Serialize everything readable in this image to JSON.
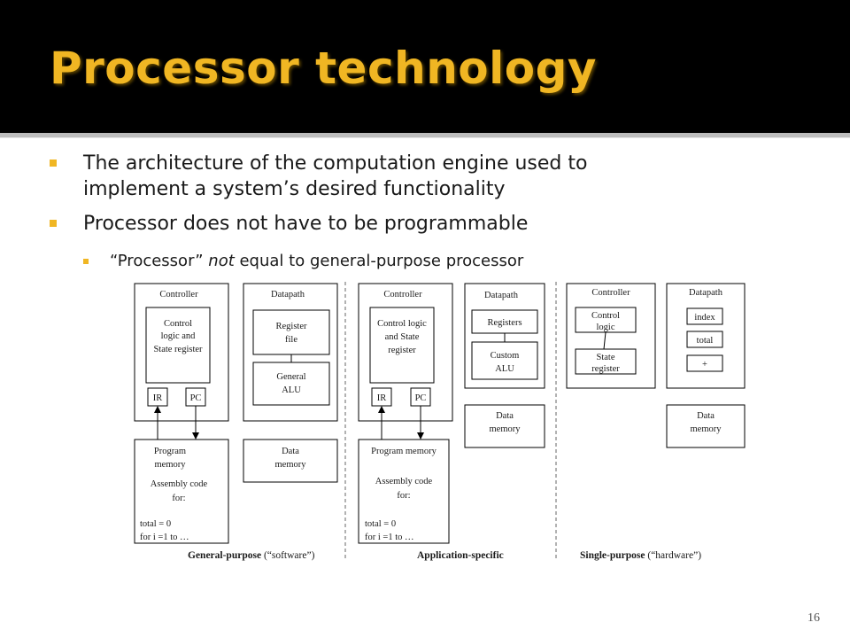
{
  "slide": {
    "title": "Processor technology",
    "bullets": [
      {
        "line1": "The architecture of the computation engine used to",
        "line2": "implement a system’s desired functionality"
      },
      {
        "line1": "Processor does not have to be programmable"
      }
    ],
    "sub_bullet": {
      "before": "“Processor” ",
      "emphasis": "not",
      "after": " equal to general-purpose processor"
    },
    "page_number": "16",
    "colors": {
      "header_bg": "#000000",
      "title": "#f0b623",
      "bullet": "#f0b623",
      "text": "#1a1a1a"
    }
  },
  "diagram": {
    "general": {
      "controller": "Controller",
      "datapath": "Datapath",
      "control_block": [
        "Control",
        "logic  and",
        "State register"
      ],
      "ir": "IR",
      "pc": "PC",
      "register_file": [
        "Register",
        "file"
      ],
      "alu": [
        "General",
        "ALU"
      ],
      "program_memory": [
        "Program",
        "memory"
      ],
      "assembly": [
        "Assembly code",
        "for:"
      ],
      "code": [
        "total = 0",
        "for i =1 to …"
      ],
      "data_memory": [
        "Data",
        "memory"
      ],
      "caption_bold": "General-purpose",
      "caption_rest": " (“software”)"
    },
    "application": {
      "controller": "Controller",
      "datapath": "Datapath",
      "control_block": [
        "Control logic",
        "and State",
        "register"
      ],
      "ir": "IR",
      "pc": "PC",
      "registers": "Registers",
      "alu": [
        "Custom",
        "ALU"
      ],
      "data_memory": [
        "Data",
        "memory"
      ],
      "program_memory": "Program memory",
      "assembly": [
        "Assembly code",
        "for:"
      ],
      "code": [
        "total = 0",
        "for i =1 to …"
      ],
      "caption_bold": "Application-specific"
    },
    "single": {
      "controller": "Controller",
      "datapath": "Datapath",
      "control_logic": [
        "Control",
        "logic"
      ],
      "state_register": [
        "State",
        "register"
      ],
      "index": "index",
      "total": "total",
      "plus": "+",
      "data_memory": [
        "Data",
        "memory"
      ],
      "caption_bold": "Single-purpose",
      "caption_rest": " (“hardware”)"
    }
  }
}
